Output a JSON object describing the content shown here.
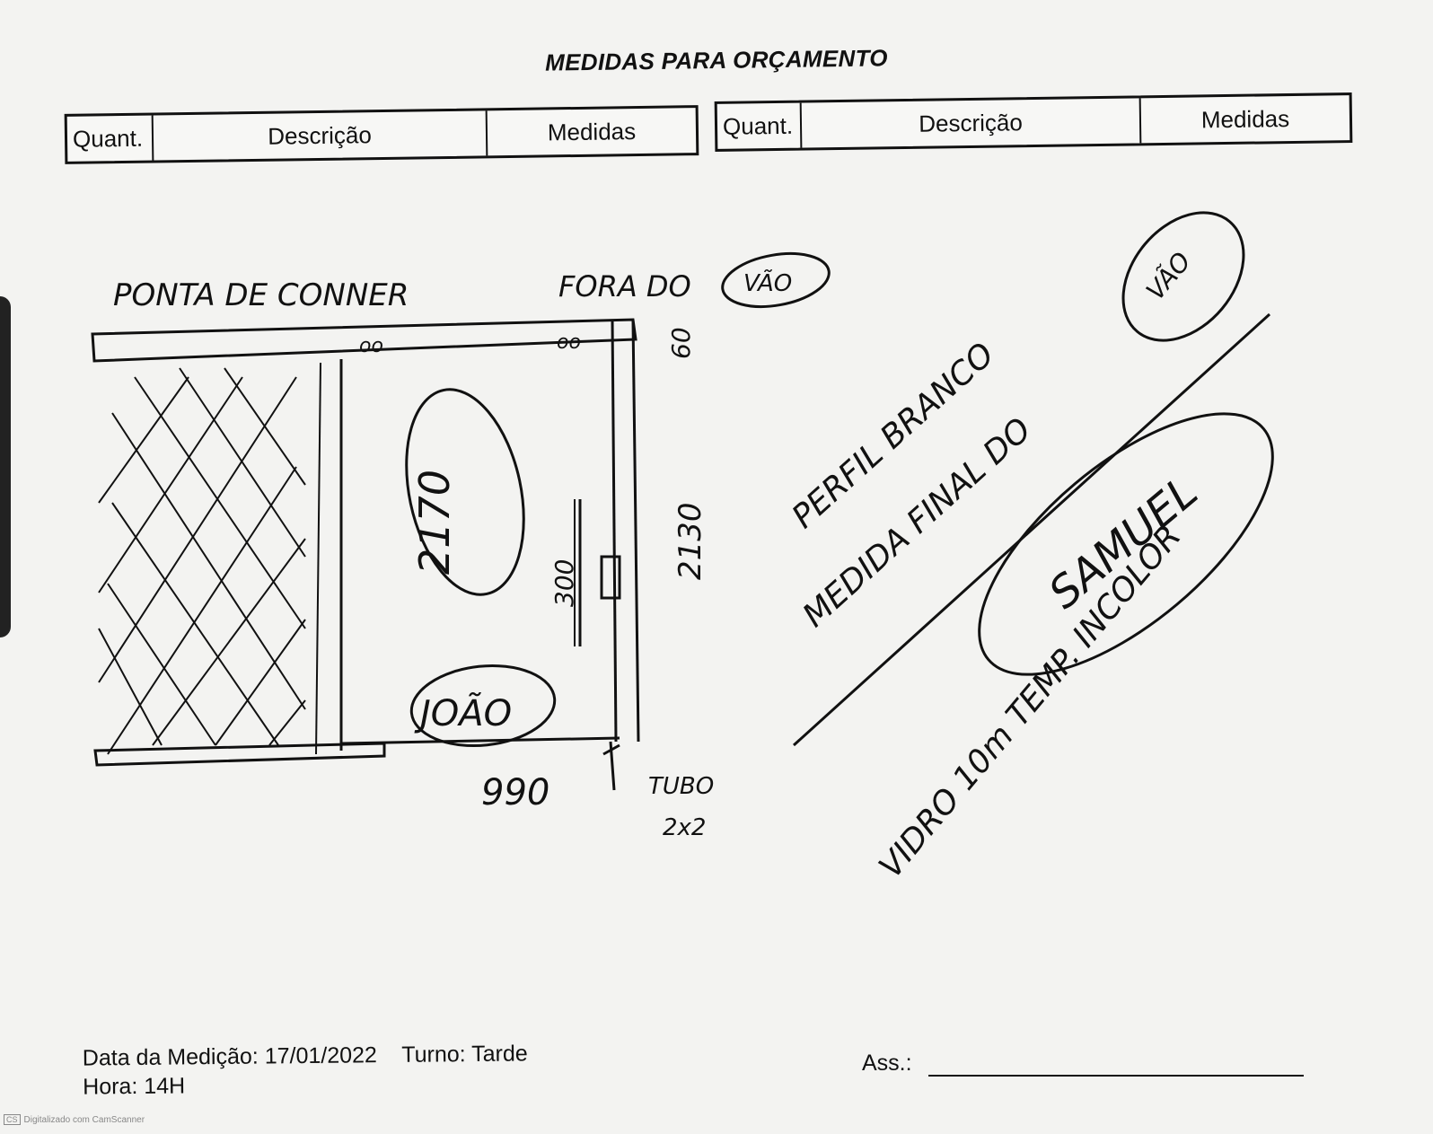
{
  "form": {
    "title": "MEDIDAS PARA ORÇAMENTO",
    "left_table": {
      "quant": "Quant.",
      "descricao": "Descrição",
      "medidas": "Medidas"
    },
    "right_table": {
      "quant": "Quant.",
      "descricao": "Descrição",
      "medidas": "Medidas"
    }
  },
  "sketch": {
    "header_note_1": "PONTA DE CONNER",
    "header_note_2": "FORA DO",
    "vao_circled_1": "VÃO",
    "top_dim": "60",
    "hinge_marks_1": "oo",
    "hinge_marks_2": "oo",
    "height_circled": "2170",
    "handle_dim": "300",
    "right_height": "2130",
    "name_circled_1": "JOÃO",
    "bottom_width": "990",
    "tube_label": "TUBO",
    "tube_size": "2x2",
    "note_perfil": "PERFIL BRANCO",
    "note_medida": "MEDIDA FINAL DO",
    "vao_circled_2": "VÃO",
    "name_circled_2": "SAMUEL",
    "note_vidro": "VIDRO 10m TEMP. INCOLOR"
  },
  "footer": {
    "data_label": "Data da Medição:",
    "data_value": "17/01/2022",
    "turno_label": "Turno:",
    "turno_value": "Tarde",
    "hora_label": "Hora:",
    "hora_value": "14H",
    "ass_label": "Ass.:"
  },
  "scanner": {
    "badge": "CS",
    "text": "Digitalizado com CamScanner"
  }
}
